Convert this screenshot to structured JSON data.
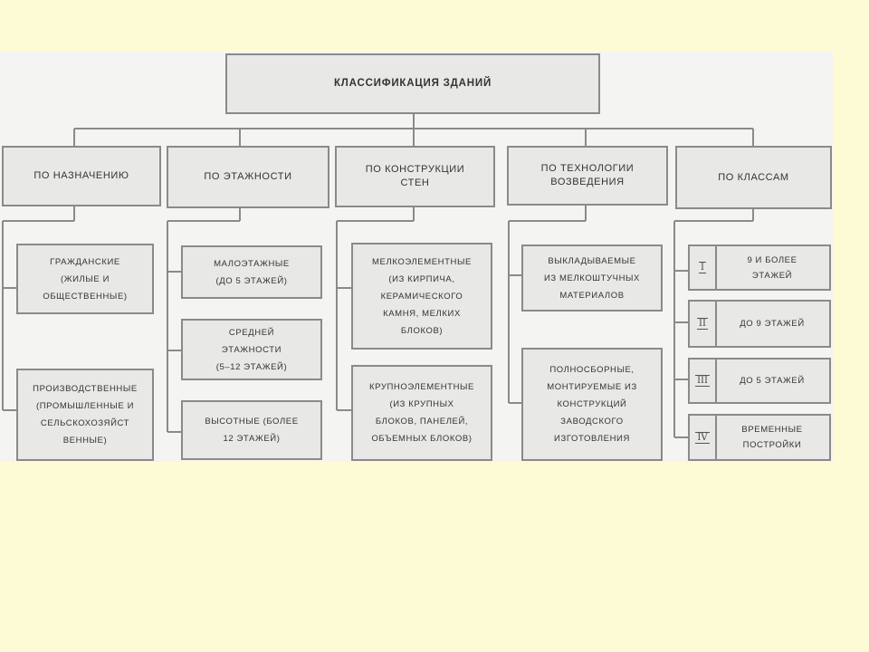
{
  "diagram": {
    "root": "КЛАССИФИКАЦИЯ ЗДАНИЙ",
    "categories": [
      {
        "label": "ПО НАЗНАЧЕНИЮ",
        "items": [
          "ГРАЖДАНСКИЕ\n(ЖИЛЫЕ И\nОБЩЕСТВЕННЫЕ)",
          "ПРОИЗВОДСТВЕННЫЕ\n(ПРОМЫШЛЕННЫЕ И\nСЕЛЬСКОХОЗЯЙСТ\nВЕННЫЕ)"
        ]
      },
      {
        "label": "ПО ЭТАЖНОСТИ",
        "items": [
          "МАЛОЭТАЖНЫЕ\n(ДО 5 ЭТАЖЕЙ)",
          "СРЕДНЕЙ\nЭТАЖНОСТИ\n(5–12 ЭТАЖЕЙ)",
          "ВЫСОТНЫЕ (БОЛЕЕ\n12 ЭТАЖЕЙ)"
        ]
      },
      {
        "label": "ПО КОНСТРУКЦИИ\nСТЕН",
        "items": [
          "МЕЛКОЭЛЕМЕНТНЫЕ\n(ИЗ КИРПИЧА,\nКЕРАМИЧЕСКОГО\nКАМНЯ, МЕЛКИХ\nБЛОКОВ)",
          "КРУПНОЭЛЕМЕНТНЫЕ\n(ИЗ КРУПНЫХ\nБЛОКОВ, ПАНЕЛЕЙ,\nОБЪЕМНЫХ БЛОКОВ)"
        ]
      },
      {
        "label": "ПО ТЕХНОЛОГИИ\nВОЗВЕДЕНИЯ",
        "items": [
          "ВЫКЛАДЫВАЕМЫЕ\nИЗ МЕЛКОШТУЧНЫХ\nМАТЕРИАЛОВ",
          "ПОЛНОСБОРНЫЕ,\nМОНТИРУЕМЫЕ ИЗ\nКОНСТРУКЦИЙ\nЗАВОДСКОГО\nИЗГОТОВЛЕНИЯ"
        ]
      },
      {
        "label": "ПО КЛАССАМ",
        "items": [
          {
            "num": "I",
            "text": "9 И БОЛЕЕ\nЭТАЖЕЙ"
          },
          {
            "num": "II",
            "text": "ДО 9 ЭТАЖЕЙ"
          },
          {
            "num": "III",
            "text": "ДО 5 ЭТАЖЕЙ"
          },
          {
            "num": "IV",
            "text": "ВРЕМЕННЫЕ\nПОСТРОЙКИ"
          }
        ]
      }
    ]
  },
  "colors": {
    "page_bg": "#fdfad6",
    "box_bg": "#e8e8e6",
    "border": "#8a8a8a",
    "text": "#333333"
  }
}
